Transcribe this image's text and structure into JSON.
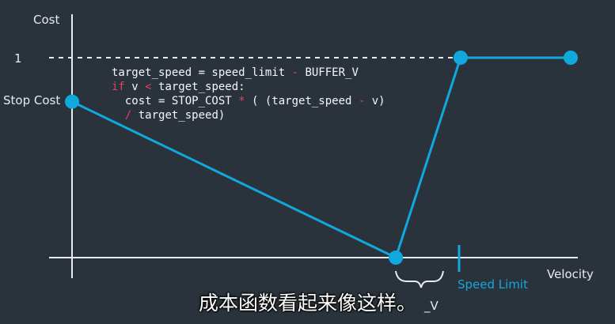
{
  "chart_data": {
    "type": "line",
    "title": "",
    "xlabel": "Velocity",
    "ylabel": "Cost",
    "ytick_label": "1",
    "ylim": [
      0,
      1
    ],
    "x_markers": [
      "Speed Limit"
    ],
    "y_markers": [
      "Stop Cost"
    ],
    "reference_line": {
      "y": 1,
      "style": "dashed"
    },
    "series": [
      {
        "points": [
          {
            "x": 0,
            "y": 0.78
          },
          {
            "x": 0.5,
            "y": 0
          },
          {
            "x": 0.6,
            "y": 1
          },
          {
            "x": 0.77,
            "y": 1
          }
        ]
      }
    ],
    "annotations": {
      "partial_label": "_V",
      "code": [
        [
          {
            "t": "target_speed = speed_limit ",
            "c": "default"
          },
          {
            "t": "-",
            "c": "op"
          },
          {
            "t": " BUFFER_V",
            "c": "default"
          }
        ],
        [
          {
            "t": "if",
            "c": "keyword"
          },
          {
            "t": " v ",
            "c": "default"
          },
          {
            "t": "<",
            "c": "op"
          },
          {
            "t": " target_speed:",
            "c": "default"
          }
        ],
        [
          {
            "t": "  cost = STOP_COST ",
            "c": "default"
          },
          {
            "t": "*",
            "c": "op"
          },
          {
            "t": " ( (target_speed ",
            "c": "default"
          },
          {
            "t": "-",
            "c": "op"
          },
          {
            "t": " v)",
            "c": "default"
          }
        ],
        [
          {
            "t": "  ",
            "c": "default"
          },
          {
            "t": "/",
            "c": "op"
          },
          {
            "t": " target_speed)",
            "c": "default"
          }
        ]
      ]
    },
    "colors": {
      "background": "#2a333b",
      "axis": "#e6ebee",
      "line": "#11a8dd",
      "code_default": "#f5f7f8",
      "code_keyword": "#e3415d",
      "code_op": "#e3415d"
    }
  },
  "subtitle": "成本函数看起来像这样。"
}
